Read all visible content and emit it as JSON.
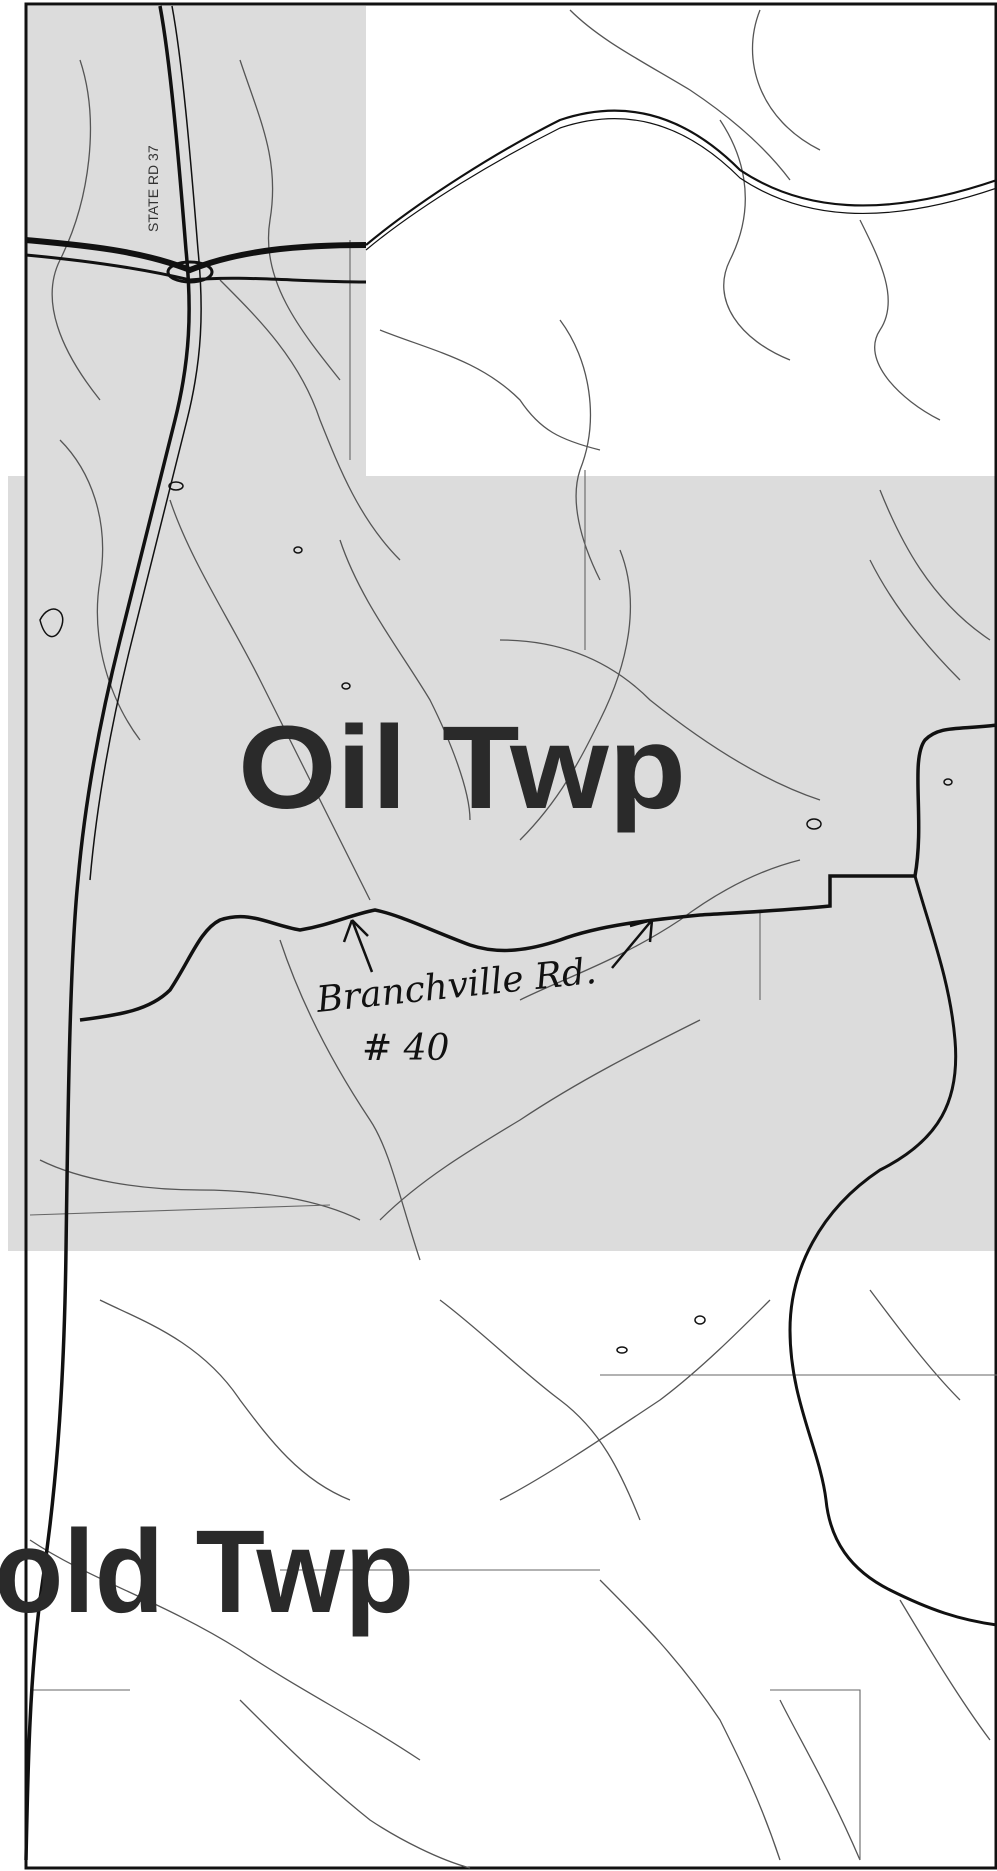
{
  "map": {
    "township_labels": [
      "Oil Twp",
      "old Twp"
    ],
    "highway_label": "STATE RD 37",
    "annotation": {
      "road_name": "Branchville Rd.",
      "road_number": "# 40"
    },
    "colors": {
      "shaded_township": "#d9d9d9",
      "road": "#111111",
      "stream": "#444444"
    }
  }
}
